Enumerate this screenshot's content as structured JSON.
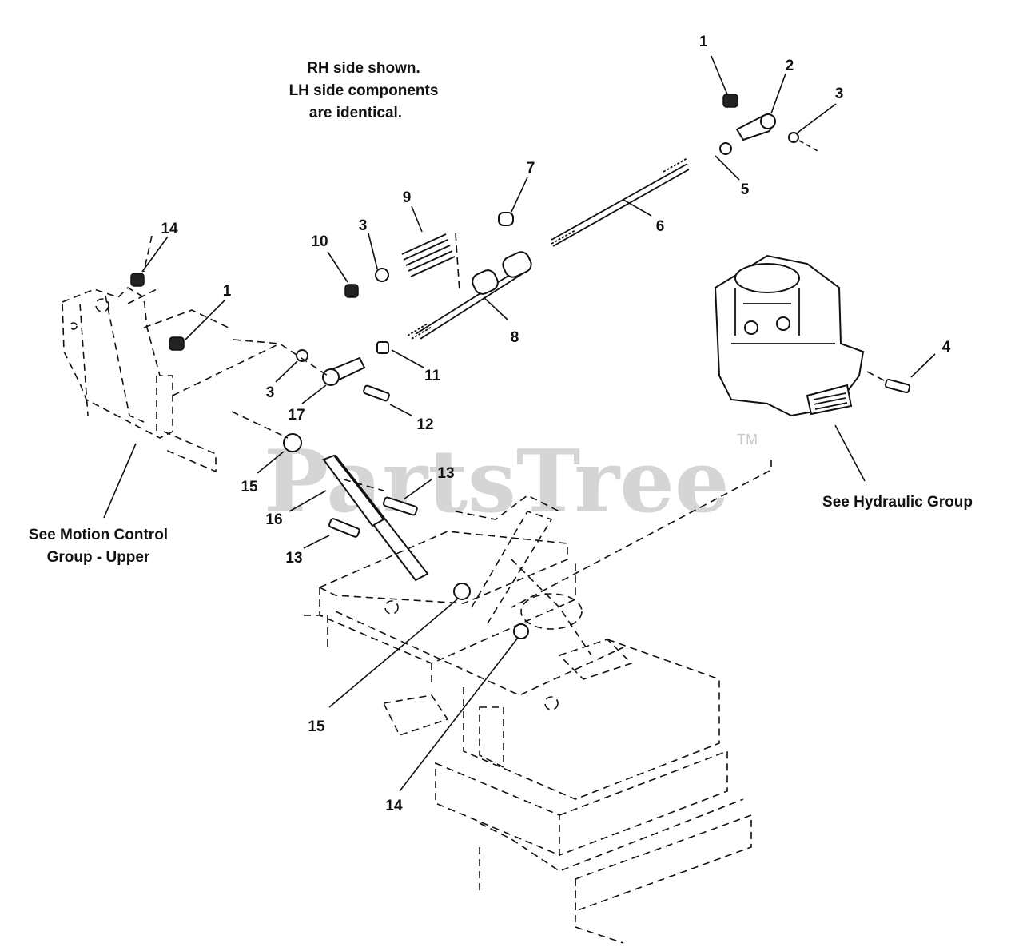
{
  "note": {
    "line1": "RH side shown.",
    "line2": "LH side components",
    "line3": "are identical."
  },
  "labels": {
    "n1a": "1",
    "n2": "2",
    "n3a": "3",
    "n5": "5",
    "n6": "6",
    "n7": "7",
    "n9": "9",
    "n3b": "3",
    "n10": "10",
    "n14a": "14",
    "n1b": "1",
    "n8": "8",
    "n11": "11",
    "n3c": "3",
    "n17": "17",
    "n12": "12",
    "n4": "4",
    "n15a": "15",
    "n13a": "13",
    "n16": "16",
    "n13b": "13",
    "n15b": "15",
    "n14b": "14"
  },
  "callouts": {
    "motion_line1": "See Motion Control",
    "motion_line2": "Group - Upper",
    "hydraulic": "See Hydraulic Group"
  },
  "watermark": {
    "text": "PartsTree",
    "tm": "TM"
  }
}
